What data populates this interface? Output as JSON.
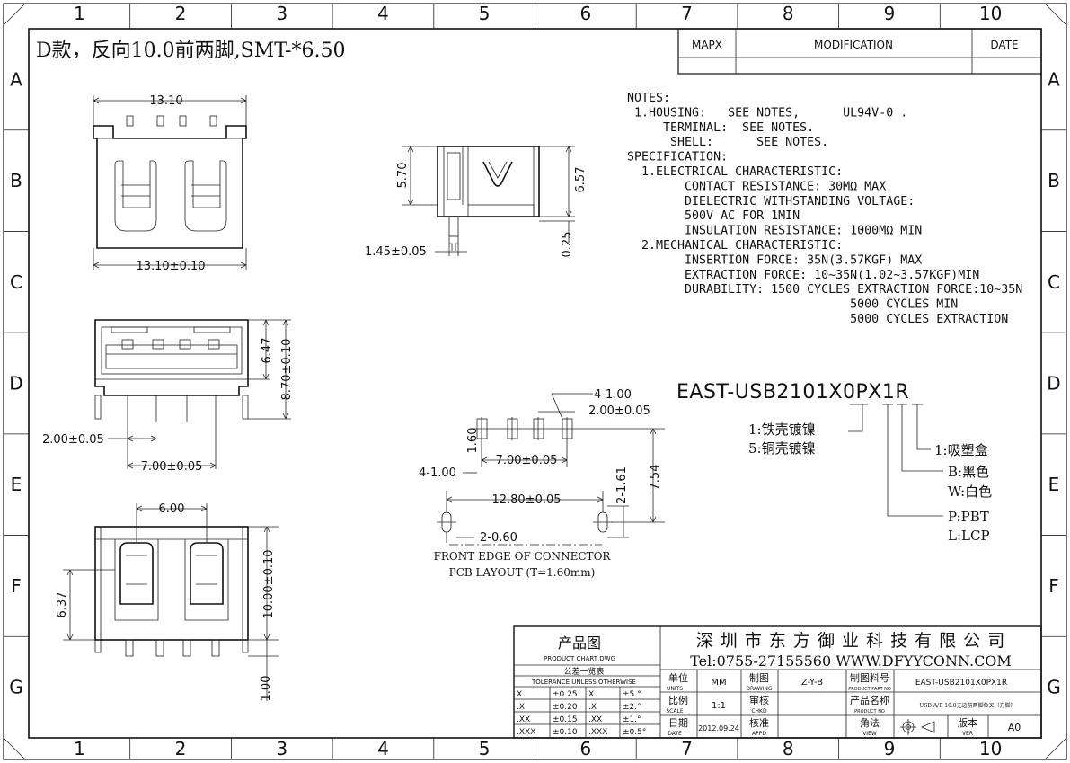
{
  "frame": {
    "col_numbers": [
      "1",
      "2",
      "3",
      "4",
      "5",
      "6",
      "7",
      "8",
      "9",
      "10"
    ],
    "row_letters": [
      "A",
      "B",
      "C",
      "D",
      "E",
      "F",
      "G"
    ]
  },
  "header_title": "D款，反向10.0前两脚,SMT-*6.50",
  "revision_table": {
    "mark": "MAPX",
    "modification": "MODIFICATION",
    "date": "DATE"
  },
  "notes": [
    "NOTES:",
    " 1.HOUSING:   SEE NOTES,      UL94V-0 .",
    "     TERMINAL:  SEE NOTES.",
    "      SHELL:      SEE NOTES.",
    "SPECIFICATION:",
    "  1.ELECTRICAL CHARACTERISTIC:",
    "        CONTACT RESISTANCE: 30MΩ MAX",
    "        DIELECTRIC WITHSTANDING VOLTAGE:",
    "        500V AC FOR 1MIN",
    "        INSULATION RESISTANCE: 1000MΩ MIN",
    "  2.MECHANICAL CHARACTERISTIC:",
    "        INSERTION FORCE: 35N(3.57KGF) MAX",
    "        EXTRACTION FORCE: 10~35N(1.02~3.57KGF)MIN",
    "        DURABILITY: 1500 CYCLES EXTRACTION FORCE:10~35N",
    "                               5000 CYCLES MIN",
    "                               5000 CYCLES EXTRACTION"
  ],
  "part_number": "EAST-USB2101X0PX1R",
  "part_options": {
    "shell_1": "1:铁壳镀镍",
    "shell_5": "5:铜壳镀镍",
    "pack": "1:吸塑盒",
    "color_b": "B:黑色",
    "color_w": "W:白色",
    "mat_p": "P:PBT",
    "mat_l": "L:LCP"
  },
  "dimensions": {
    "top_width": "13.10",
    "top_width_tol": "13.10±0.10",
    "side_h1": "5.70",
    "side_h2": "6.57",
    "side_pin": "1.45±0.05",
    "side_pin2": "0.25",
    "front_h1": "6.47",
    "front_h2": "8.70±0.10",
    "front_pitch": "2.00±0.05",
    "front_span": "7.00±0.05",
    "pcb_holes": "4-1.00",
    "pcb_pitch": "2.00±0.05",
    "pcb_pad_h": "1.60",
    "pcb_span": "7.00±0.05",
    "pcb_holes2": "4-1.00",
    "pcb_hole_dist": "2-1.61",
    "pcb_width": "12.80±0.05",
    "pcb_depth": "7.54",
    "pcb_slot": "2-0.60",
    "pcb_caption1": "FRONT EDGE OF CONNECTOR",
    "pcb_caption2": "PCB  LAYOUT  (T=1.60mm)",
    "bottom_width": "6.00",
    "bottom_h1": "6.37",
    "bottom_h2": "10.00±0.10",
    "bottom_h3": "1.00"
  },
  "company": {
    "name": "深 圳 市 东 方 御 业 科 技 有 限 公 司",
    "contact": "Tel:0755-27155560 WWW.DFYYCONN.COM"
  },
  "title_block": {
    "chart_cn": "产品图",
    "chart_en": "PRODUCT CHART DWG",
    "tol_cn": "公差一览表",
    "tol_en": "TOLERANCE UNLESS OTHERWISE",
    "tol_rows": [
      [
        "X.",
        "±0.25",
        "X.",
        "±5.°"
      ],
      [
        ".X",
        "±0.20",
        ".X",
        "±2.°"
      ],
      [
        ".XX",
        "±0.15",
        ".XX",
        "±1.°"
      ],
      [
        ".XXX",
        "±0.10",
        ".XXX",
        "±0.5°"
      ]
    ],
    "unit_cn": "单位",
    "unit_en": "UNITS",
    "unit_val": "MM",
    "draw_cn": "制图",
    "draw_en": "DRAWING",
    "draw_val": "Z-Y-B",
    "partno_cn": "制图料号",
    "partno_en": "PRODUCT PART NO",
    "partno_val": "EAST-USB2101X0PX1R",
    "scale_cn": "比例",
    "scale_en": "SCALE",
    "scale_val": "1:1",
    "check_cn": "审核",
    "check_en": "CHKD",
    "pname_cn": "产品名称",
    "pname_en": "PRODUCT NO",
    "pname_val": "USB A/F 10.0无边前两脚鱼叉（方脚）",
    "date_cn": "日期",
    "date_en": "DATE",
    "date_val": "2012.09.24",
    "appr_cn": "核准",
    "appr_en": "APPD",
    "view_cn": "角法",
    "view_en": "VIEW",
    "ver_cn": "版本",
    "ver_en": "VER",
    "ver_val": "A0"
  }
}
